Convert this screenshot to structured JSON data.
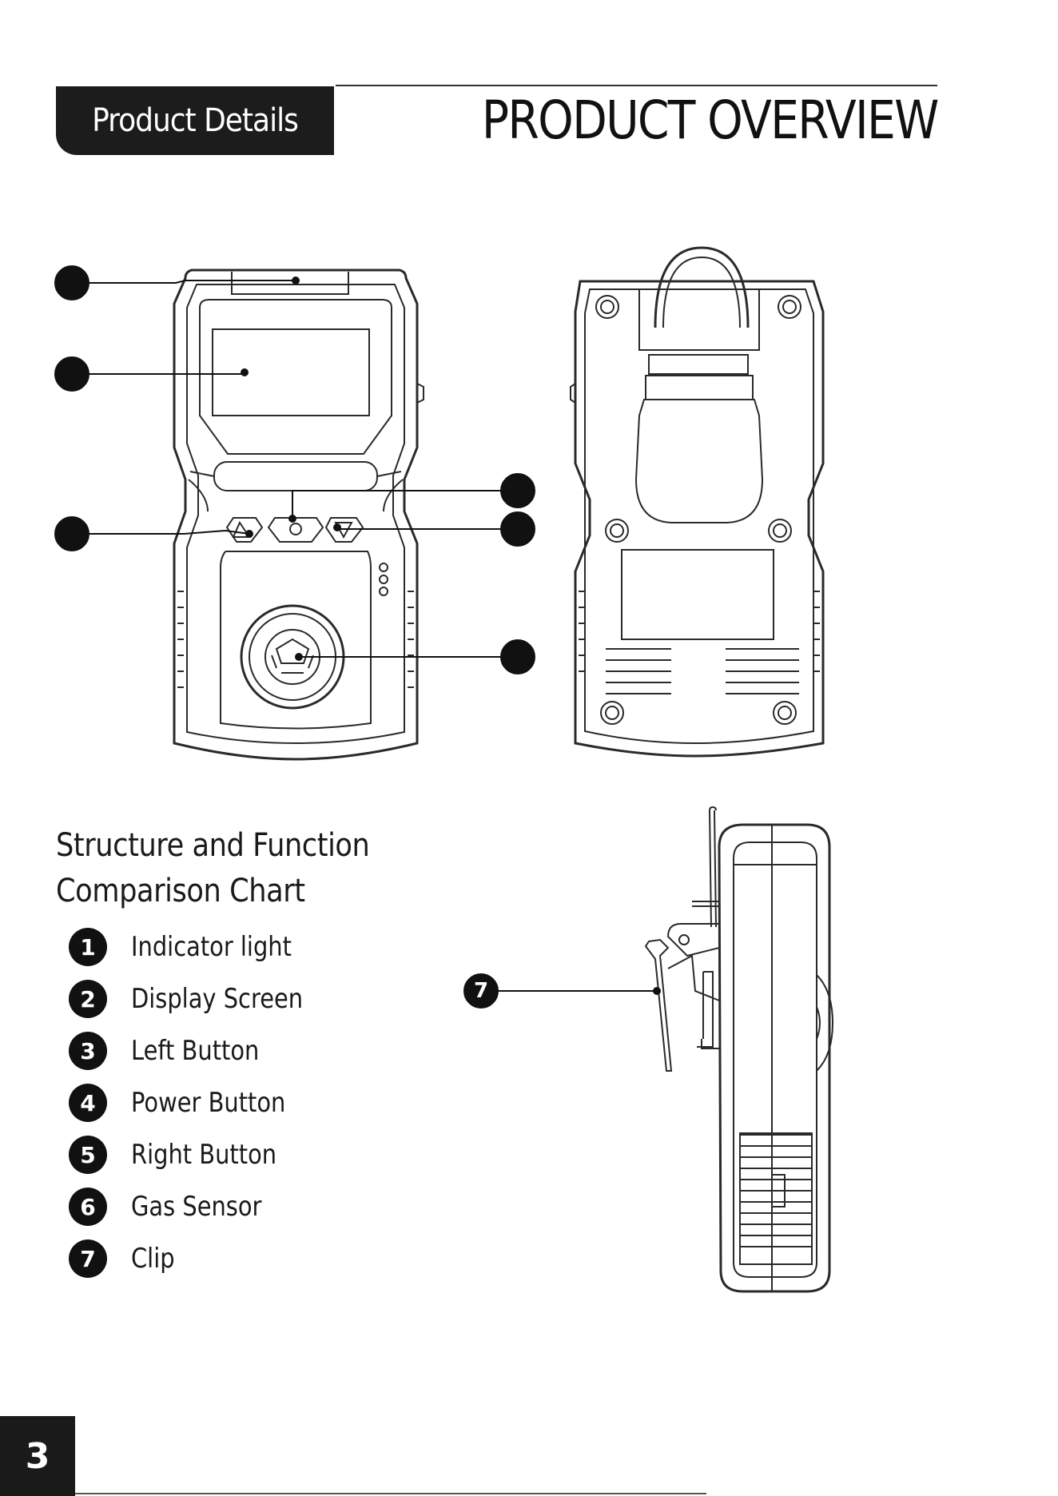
{
  "header": {
    "section_tab": "Product Details",
    "title": "PRODUCT OVERVIEW"
  },
  "legend": {
    "title_line1": "Structure and Function",
    "title_line2": "Comparison Chart",
    "items": [
      {
        "number": "1",
        "label": "Indicator light"
      },
      {
        "number": "2",
        "label": "Display Screen"
      },
      {
        "number": "3",
        "label": "Left Button"
      },
      {
        "number": "4",
        "label": "Power Button"
      },
      {
        "number": "5",
        "label": "Right Button"
      },
      {
        "number": "6",
        "label": "Gas Sensor"
      },
      {
        "number": "7",
        "label": "Clip"
      }
    ]
  },
  "side_view_callout": "7",
  "page_number": "3"
}
